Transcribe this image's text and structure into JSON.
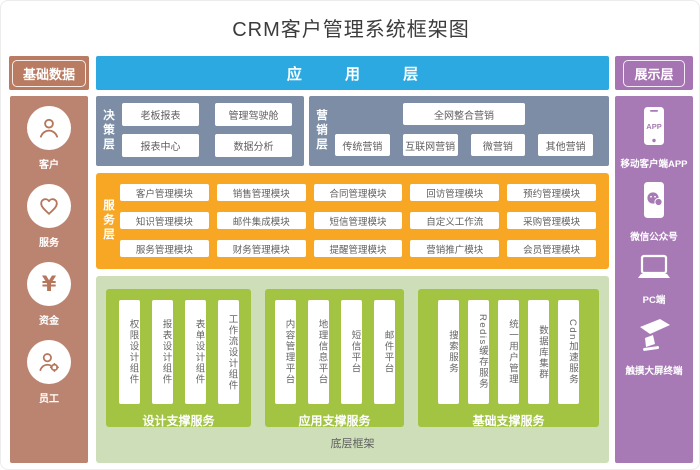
{
  "title": "CRM客户管理系统框架图",
  "colors": {
    "blue_header": "#2ba9e0",
    "brown_panel": "#bb8470",
    "purple_panel": "#a77ab6",
    "slate_box": "#7c8da5",
    "orange_box": "#f7a724",
    "light_green": "#cddeb8",
    "bright_green": "#a2c442"
  },
  "left_panel": {
    "header": "基础数据",
    "items": [
      {
        "label": "客户",
        "icon": "customer-icon"
      },
      {
        "label": "服务",
        "icon": "service-icon"
      },
      {
        "label": "资金",
        "icon": "funds-icon",
        "icon_glyph": "¥"
      },
      {
        "label": "员工",
        "icon": "employee-icon"
      }
    ]
  },
  "app_layer": {
    "header": "应 用 层",
    "decision_layer": {
      "label": "决策层",
      "items": [
        "老板报表",
        "管理驾驶舱",
        "报表中心",
        "数据分析"
      ]
    },
    "marketing_layer": {
      "label": "营销层",
      "top_item": "全网整合营销",
      "items": [
        "传统营销",
        "互联网营销",
        "微营销",
        "其他营销"
      ]
    },
    "service_layer": {
      "label": "服务层",
      "rows": [
        [
          "客户管理模块",
          "销售管理模块",
          "合同管理模块",
          "回访管理模块",
          "预约管理模块"
        ],
        [
          "知识管理模块",
          "邮件集成模块",
          "短信管理模块",
          "自定义工作流",
          "采购管理模块"
        ],
        [
          "服务管理模块",
          "财务管理模块",
          "提醒管理模块",
          "营销推广模块",
          "会员管理模块"
        ]
      ]
    },
    "base_layer": {
      "label": "底层框架",
      "groups": [
        {
          "label": "设计支撑服务",
          "items": [
            "权限设计组件",
            "报表设计组件",
            "表单设计组件",
            "工作流设计组件"
          ]
        },
        {
          "label": "应用支撑服务",
          "items": [
            "内容管理平台",
            "地理信息平台",
            "短信平台",
            "邮件平台"
          ]
        },
        {
          "label": "基础支撑服务",
          "items": [
            "搜索服务",
            "Redis缓存服务",
            "统一用户管理",
            "数据库集群",
            "Cdn加速服务"
          ]
        }
      ]
    }
  },
  "right_panel": {
    "header": "展示层",
    "items": [
      {
        "label": "移动客户端APP",
        "icon": "mobile-app-icon",
        "icon_text": "APP"
      },
      {
        "label": "微信公众号",
        "icon": "wechat-phone-icon"
      },
      {
        "label": "PC端",
        "icon": "pc-icon"
      },
      {
        "label": "触摸大屏终端",
        "icon": "touch-kiosk-icon"
      }
    ]
  }
}
